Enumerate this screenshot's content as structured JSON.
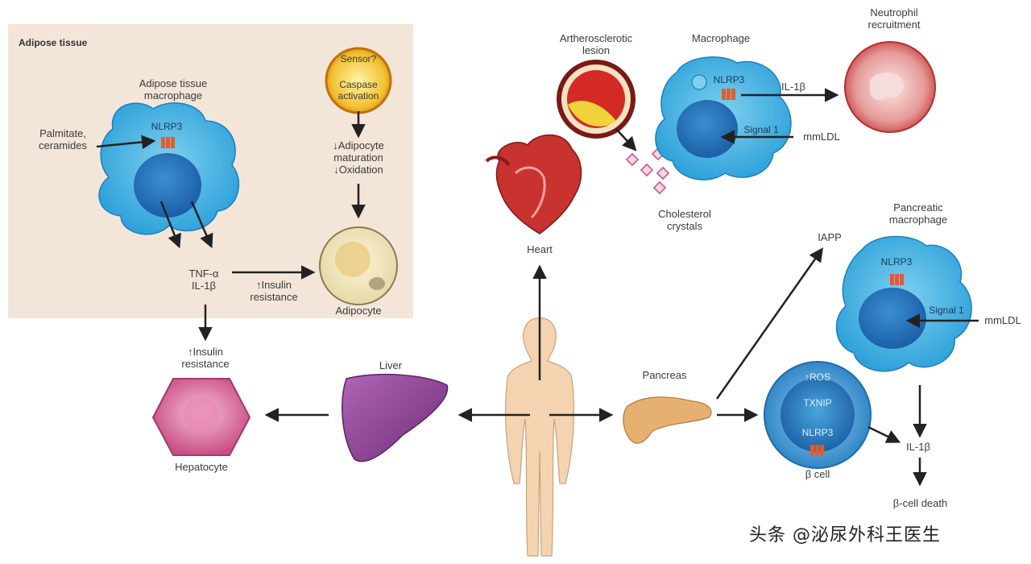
{
  "panel": {
    "title": "Adipose tissue"
  },
  "adipose": {
    "macrophage_label": "Adipose tissue\nmacrophage",
    "nlrp3": "NLRP3",
    "palmitate": "Palmitate,\nceramides",
    "sensor": "Sensor?",
    "caspase": "Caspase\nactivation",
    "maturation": "↓Adipocyte\nmaturation\n↓Oxidation",
    "tnf": "TNF-α\nIL-1β",
    "insulin_res": "↑Insulin\nresistance",
    "adipocyte": "Adipocyte"
  },
  "liver_path": {
    "insulin_res": "↑Insulin\nresistance",
    "hepatocyte": "Hepatocyte",
    "liver": "Liver"
  },
  "heart": {
    "label": "Heart",
    "lesion": "Artherosclerotic\nlesion",
    "macrophage": "Macrophage",
    "nlrp3": "NLRP3",
    "signal": "Signal 1",
    "il1b": "IL-1β",
    "mmldl": "mmLDL",
    "neutrophil": "Neutrophil\nrecruitment",
    "crystals": "Cholesterol\ncrystals"
  },
  "pancreas": {
    "label": "Pancreas",
    "iapp": "IAPP",
    "macrophage": "Pancreatic\nmacrophage",
    "nlrp3": "NLRP3",
    "signal": "Signal 1",
    "mmldl": "mmLDL",
    "ros": "↑ROS",
    "txnip": "TXNIP",
    "nlrp3_b": "NLRP3",
    "beta_cell": "β cell",
    "il1b": "IL-1β",
    "death": "β-cell death"
  },
  "watermark": "头条 @泌尿外科王医生"
}
